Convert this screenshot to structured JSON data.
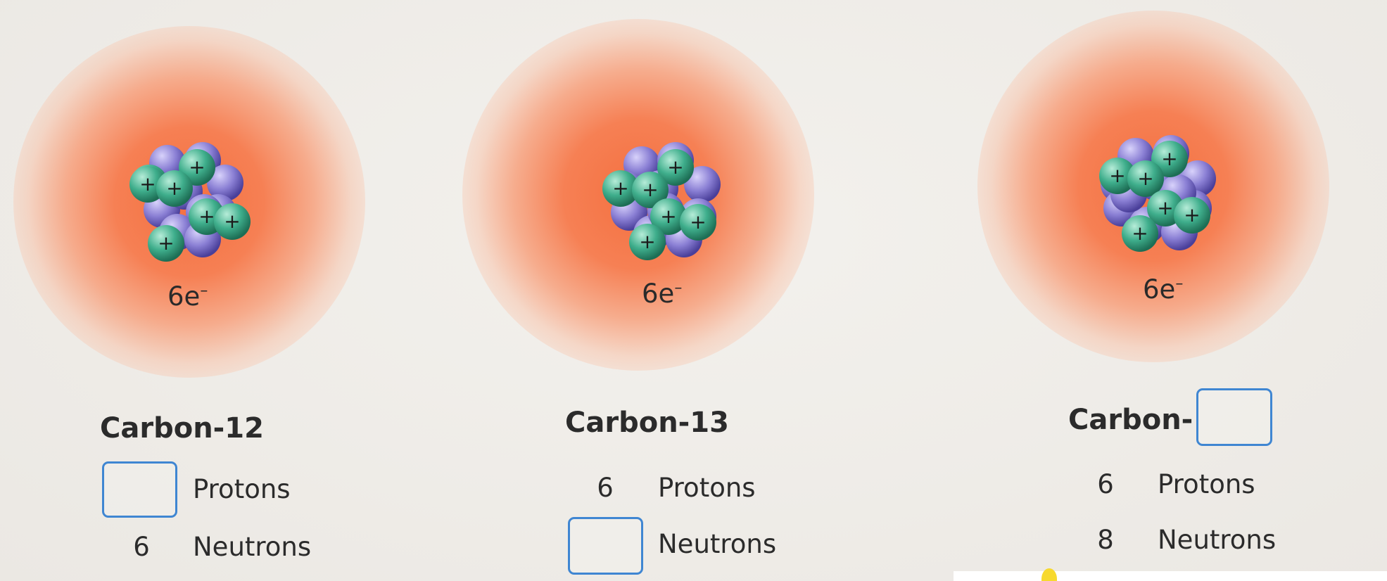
{
  "isotopes": [
    {
      "electrons": "6e",
      "electron_charge": "–",
      "title": "Carbon-12",
      "title_blank": false,
      "protons": {
        "value": "",
        "label": "Protons",
        "blank": true
      },
      "neutrons": {
        "value": "6",
        "label": "Neutrons",
        "blank": false
      }
    },
    {
      "electrons": "6e",
      "electron_charge": "–",
      "title": "Carbon-13",
      "title_blank": false,
      "protons": {
        "value": "6",
        "label": "Protons",
        "blank": false
      },
      "neutrons": {
        "value": "",
        "label": "Neutrons",
        "blank": true
      }
    },
    {
      "electrons": "6e",
      "electron_charge": "–",
      "title": "Carbon-",
      "title_blank": true,
      "protons": {
        "value": "6",
        "label": "Protons",
        "blank": false
      },
      "neutrons": {
        "value": "8",
        "label": "Neutrons",
        "blank": false
      }
    }
  ],
  "particle_symbols": {
    "proton": "+"
  },
  "colors": {
    "proton": "#3fae8c",
    "neutron": "#8a7fd4",
    "electron_cloud": "#f4703f",
    "blank_border": "#3f86d2"
  }
}
